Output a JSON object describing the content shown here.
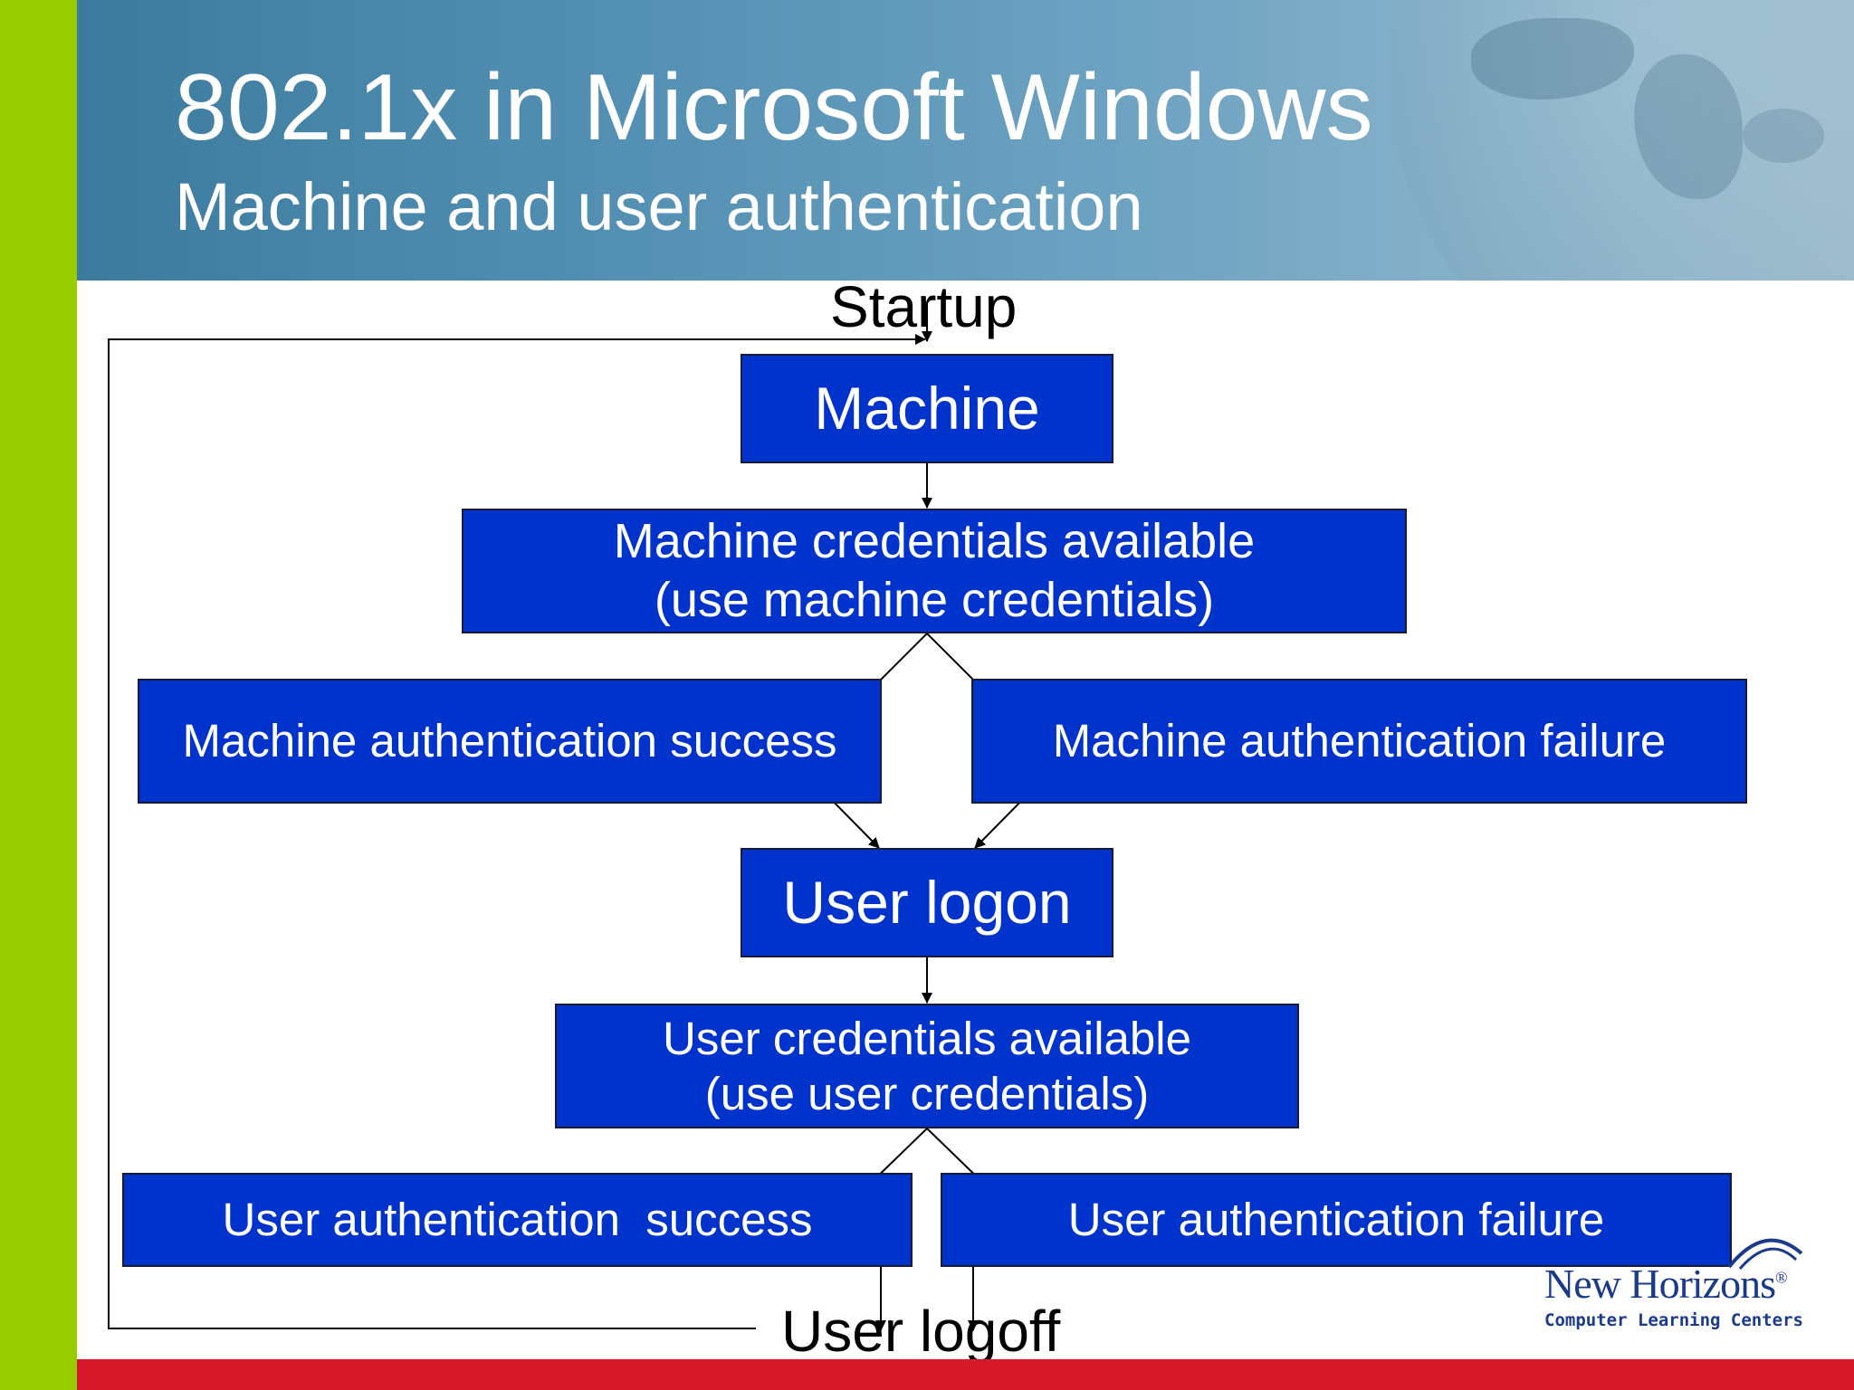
{
  "slide": {
    "title": "802.1x in Microsoft Windows",
    "subtitle": "Machine and user authentication"
  },
  "flowchart": {
    "start_label": "Startup",
    "end_label": "User logoff",
    "nodes": {
      "machine": "Machine",
      "machine_credentials_line1": "Machine credentials available",
      "machine_credentials_line2": "(use machine credentials)",
      "machine_auth_success": "Machine authentication success",
      "machine_auth_failure": "Machine authentication failure",
      "user_logon": "User logon",
      "user_credentials_line1": "User credentials available",
      "user_credentials_line2": "(use user credentials)",
      "user_auth_success": "User authentication  success",
      "user_auth_failure": "User authentication failure"
    }
  },
  "logo": {
    "name": "New Horizons",
    "registered_mark": "®",
    "tagline": "Computer Learning Centers"
  },
  "colors": {
    "box_fill": "#0033cc",
    "left_bar": "#99cc00",
    "bottom_bar": "#d5192a",
    "header": "#4e8cb0"
  }
}
